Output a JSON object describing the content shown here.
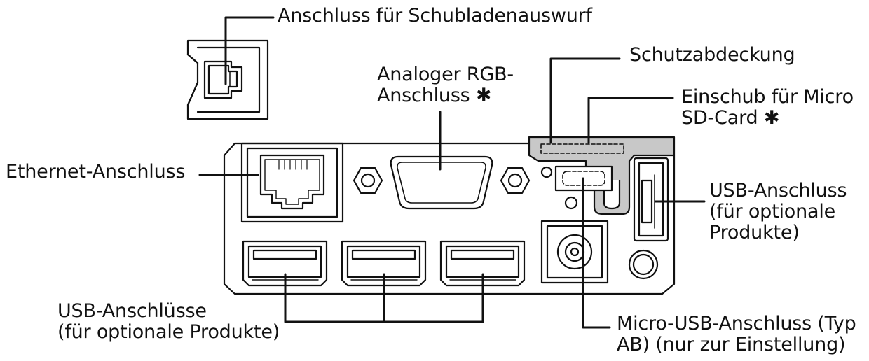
{
  "labels": {
    "drawer_port": "Anschluss für Schubladenauswurf",
    "protective_cover": "Schutzabdeckung",
    "rgb_line1": "Analoger RGB-",
    "rgb_line2": "Anschluss ✱",
    "sd_line1": "Einschub für Micro",
    "sd_line2": "SD-Card ✱",
    "ethernet": "Ethernet-Anschluss",
    "usb_opt_line1": "USB-Anschluss",
    "usb_opt_line2": "(für optionale",
    "usb_opt_line3": "Produkte)",
    "usb_multi_line1": "USB-Anschlüsse",
    "usb_multi_line2": "(für optionale Produkte)",
    "microusb_line1": "Micro-USB-Anschluss (Typ",
    "microusb_line2": "AB) (nur zur Einstellung)"
  },
  "colors": {
    "line": "#111111",
    "cover_fill": "#c8c8c8",
    "background": "#ffffff"
  }
}
